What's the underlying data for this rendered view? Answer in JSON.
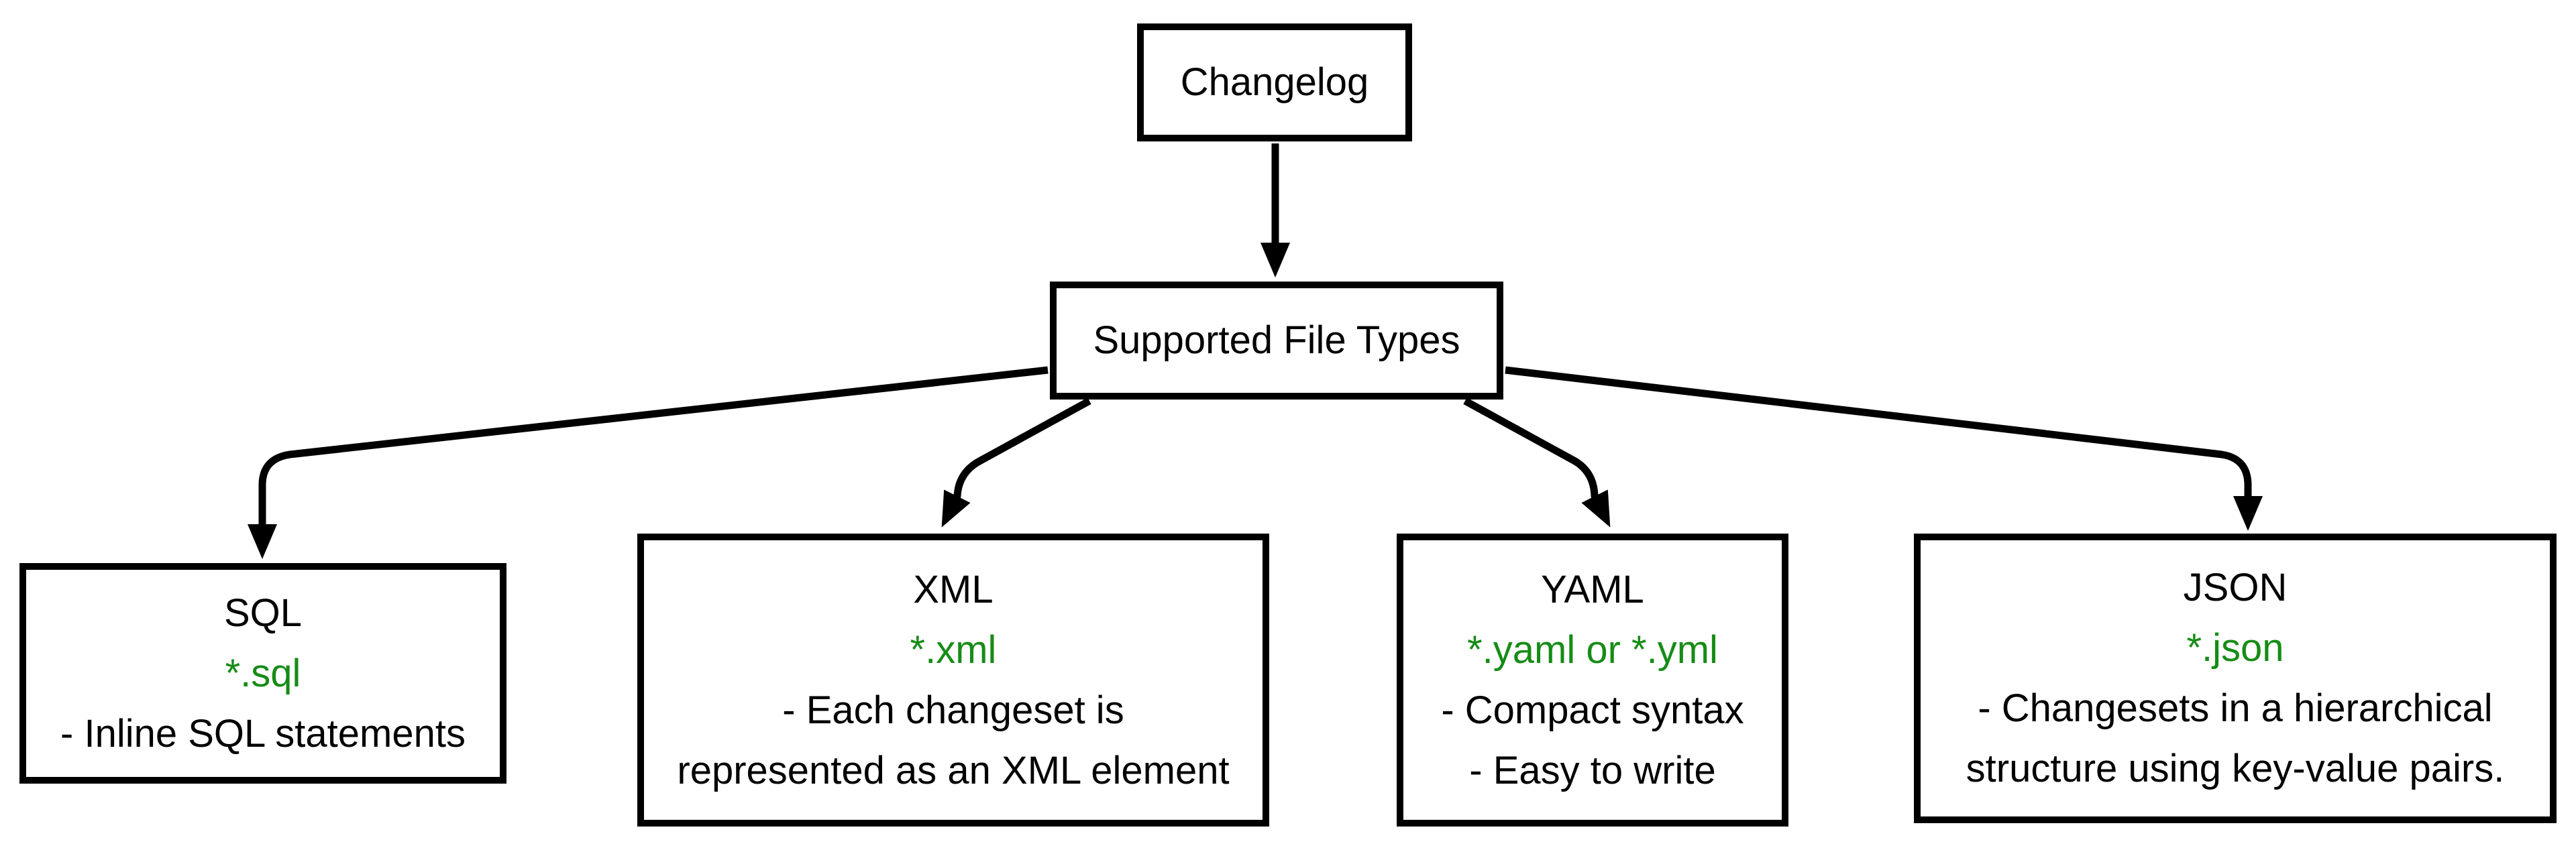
{
  "diagram": {
    "root": {
      "label": "Changelog"
    },
    "hub": {
      "label": "Supported File Types"
    },
    "accent_color": "#168C16",
    "line_color": "#000000",
    "nodes": [
      {
        "id": "sql",
        "title": "SQL",
        "pattern": "*.sql",
        "notes": [
          "- Inline SQL statements"
        ]
      },
      {
        "id": "xml",
        "title": "XML",
        "pattern": "*.xml",
        "notes": [
          "- Each changeset is",
          "represented as an XML element"
        ]
      },
      {
        "id": "yaml",
        "title": "YAML",
        "pattern": "*.yaml or *.yml",
        "notes": [
          "- Compact syntax",
          "- Easy to write"
        ]
      },
      {
        "id": "json",
        "title": "JSON",
        "pattern": "*.json",
        "notes": [
          "- Changesets in a hierarchical",
          "structure using key-value pairs."
        ]
      }
    ]
  }
}
